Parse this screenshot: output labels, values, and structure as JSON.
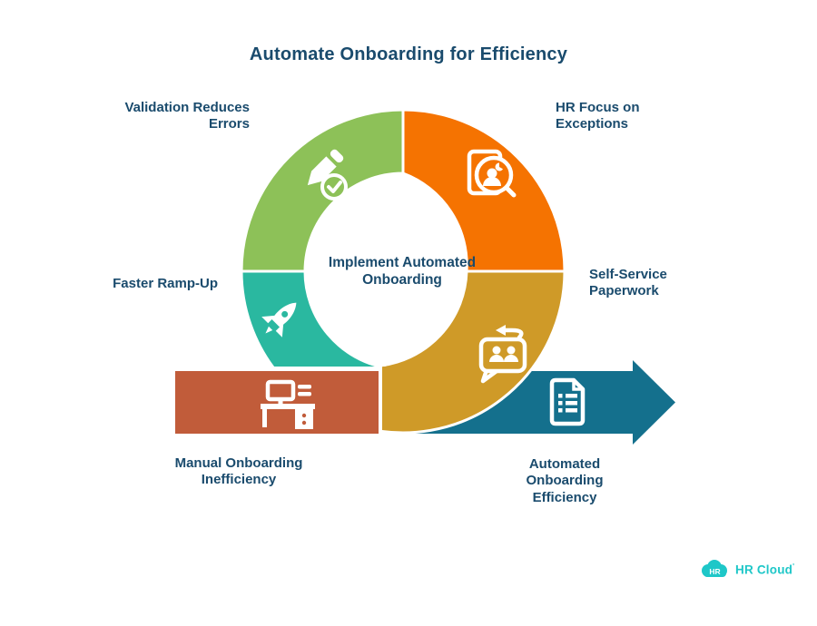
{
  "title": "Automate Onboarding for Efficiency",
  "center_label": "Implement Automated\nOnboarding",
  "colors": {
    "text_navy": "#1a4b6d",
    "white": "#ffffff"
  },
  "segments": [
    {
      "id": "validation",
      "label": "Validation Reduces\nErrors",
      "color": "#8dc158",
      "icon": "pencil-check-icon"
    },
    {
      "id": "hr-focus",
      "label": "HR Focus on\nExceptions",
      "color": "#f57301",
      "icon": "candidate-search-icon"
    },
    {
      "id": "faster-ramp-up",
      "label": "Faster Ramp-Up",
      "color": "#2ab8a0",
      "icon": "rocket-icon"
    },
    {
      "id": "self-service",
      "label": "Self-Service\nPaperwork",
      "color": "#cf9a28",
      "icon": "chat-exchange-icon"
    }
  ],
  "flow": {
    "manual": {
      "label": "Manual Onboarding\nInefficiency",
      "color": "#c15c3a",
      "icon": "desk-computer-icon"
    },
    "automated": {
      "label": "Automated\nOnboarding\nEfficiency",
      "color": "#14708d",
      "icon": "document-icon"
    }
  },
  "logo": {
    "badge": "HR",
    "name": "HR Cloud",
    "mark": "'",
    "color": "#1ec7c8"
  }
}
